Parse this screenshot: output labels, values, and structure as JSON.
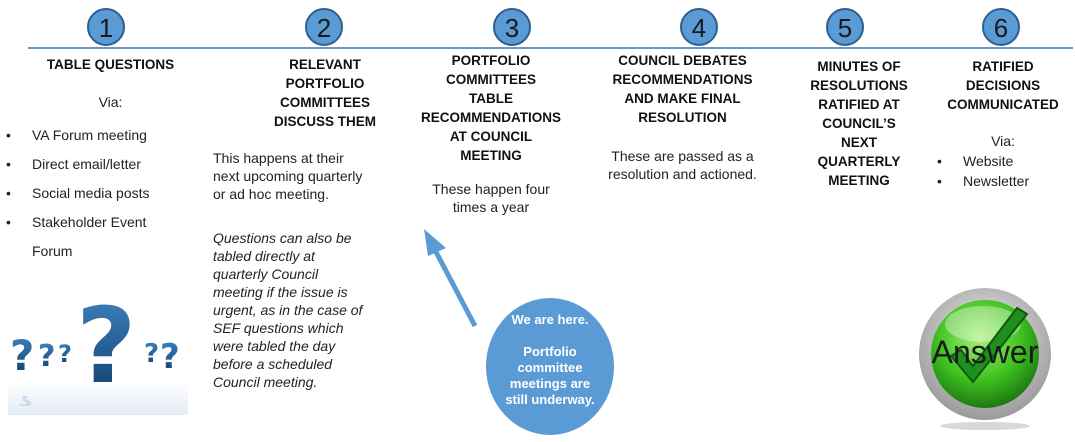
{
  "steps": [
    {
      "number": "1",
      "title": "TABLE QUESTIONS",
      "via": "Via:",
      "items": [
        "VA Forum meeting",
        "Direct email/letter",
        "Social media posts",
        "Stakeholder Event",
        "Forum"
      ]
    },
    {
      "number": "2",
      "title_lines": [
        "RELEVANT",
        "PORTFOLIO",
        "COMMITTEES",
        "DISCUSS THEM"
      ],
      "text_lines": [
        "This happens at their",
        "next upcoming quarterly",
        "or ad hoc meeting."
      ],
      "italic_lines": [
        "Questions can also be",
        "tabled directly at",
        "quarterly Council",
        "meeting if the issue is",
        "urgent, as in the case of",
        "SEF questions which",
        "were tabled the day",
        "before a scheduled",
        "Council meeting."
      ]
    },
    {
      "number": "3",
      "title_lines": [
        "PORTFOLIO",
        "COMMITTEES",
        "TABLE",
        "RECOMMENDATIONS",
        "AT COUNCIL",
        "MEETING"
      ],
      "text_lines": [
        "These happen four",
        "times a year"
      ]
    },
    {
      "number": "4",
      "title_lines": [
        "COUNCIL DEBATES",
        "RECOMMENDATIONS",
        "AND MAKE FINAL",
        "RESOLUTION"
      ],
      "text_lines": [
        "These are passed as a",
        "resolution and actioned."
      ]
    },
    {
      "number": "5",
      "title_lines": [
        "MINUTES OF",
        "RESOLUTIONS",
        "RATIFIED AT",
        "COUNCIL’S",
        "NEXT",
        "QUARTERLY",
        "MEETING"
      ]
    },
    {
      "number": "6",
      "title_lines": [
        "RATIFIED",
        "DECISIONS",
        "COMMUNICATED"
      ],
      "via": "Via:",
      "items": [
        "Website",
        "Newsletter"
      ]
    }
  ],
  "bubble": {
    "line1": "We are here.",
    "line2": "Portfolio",
    "line3": "committee",
    "line4": "meetings are",
    "line5": "still underway."
  },
  "answer_label": "Answer",
  "colors": {
    "accent": "#5b9bd5",
    "line": "#6e94c2",
    "check": "#1f8f1f"
  }
}
